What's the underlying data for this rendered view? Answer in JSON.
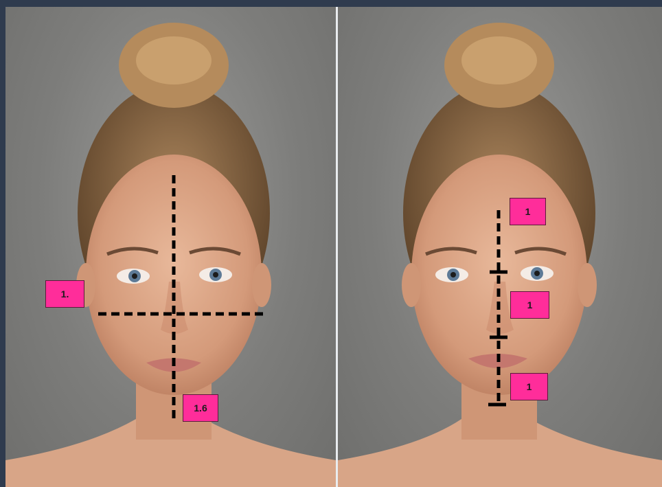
{
  "left_panel": {
    "labels": [
      "1.",
      "1.6"
    ]
  },
  "right_panel": {
    "labels": [
      "1",
      "1",
      "1"
    ]
  },
  "colors": {
    "background": "#2f3b4e",
    "label_fill": "#ff2d9a",
    "guide_line": "#000000"
  }
}
